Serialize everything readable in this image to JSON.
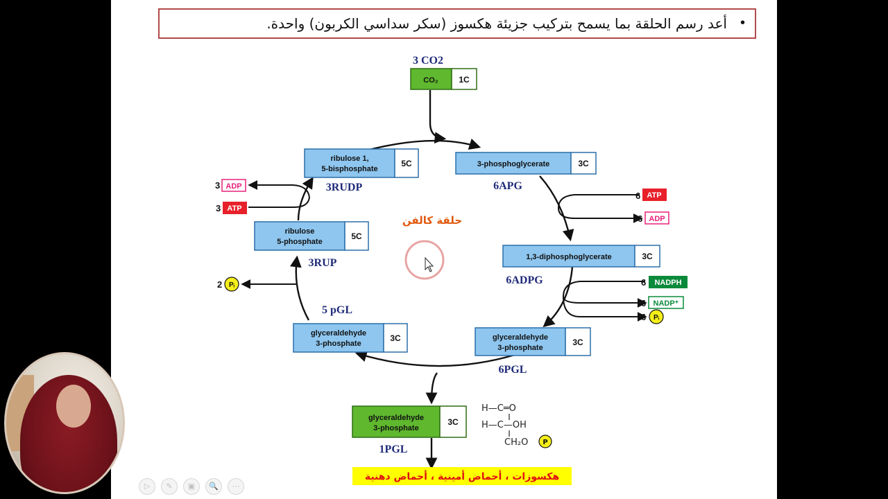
{
  "header": {
    "bullet": "•",
    "text": "أعد رسم الحلقة بما يسمح بتركيب جزيئة هكسوز (سكر سداسي الكربون) واحدة."
  },
  "diagram": {
    "center_label": "حلقة كالفن",
    "input_label": "3 CO2",
    "output_label": "1PGL",
    "boxes": {
      "co2": {
        "name": "CO₂",
        "count": "1C"
      },
      "rubp": {
        "name1": "ribulose 1,",
        "name2": "5-bisphosphate",
        "count": "5C",
        "label": "3RUDP"
      },
      "pga": {
        "name1": "3-phosphoglycerate",
        "name2": "",
        "count": "3C",
        "label": "6APG"
      },
      "dpga": {
        "name1": "1,3-diphosphoglycerate",
        "name2": "",
        "count": "3C",
        "label": "6ADPG"
      },
      "g3p_right": {
        "name1": "glyceraldehyde",
        "name2": "3-phosphate",
        "count": "3C",
        "label": "6PGL"
      },
      "g3p_left": {
        "name1": "glyceraldehyde",
        "name2": "3-phosphate",
        "count": "3C",
        "label": "5 pGL"
      },
      "rup": {
        "name1": "ribulose",
        "name2": "5-phosphate",
        "count": "5C",
        "label": "3RUP"
      },
      "g3p_out": {
        "name1": "glyceraldehyde",
        "name2": "3-phosphate",
        "count": "3C"
      }
    },
    "cofactors": {
      "adp_left": {
        "num": "3",
        "text": "ADP"
      },
      "atp_left": {
        "num": "3",
        "text": "ATP"
      },
      "atp_right": {
        "num": "6",
        "text": "ATP"
      },
      "adp_right": {
        "num": "6",
        "text": "ADP"
      },
      "nadph": {
        "num": "6",
        "text": "NADPH"
      },
      "nadp": {
        "num": "6",
        "text": "NADP⁺"
      },
      "pi_right": {
        "num": "6",
        "text": "Pᵢ"
      },
      "pi_left": {
        "num": "2",
        "text": "Pᵢ"
      }
    },
    "structure": {
      "line1": "H—C═O",
      "line2": "H—C—OH",
      "line3": "CH₂O",
      "p": "P"
    },
    "products": "هكسوزات ، أحماض أمينية ، أحماض دهنية"
  },
  "controls": [
    "▷",
    "✎",
    "▣",
    "🔍",
    "⋯"
  ],
  "colors": {
    "box_blue": "#8ec6ef",
    "box_green": "#5fb82e",
    "atp_red": "#e8202a",
    "adp_pink": "#e8207a",
    "nadph_green": "#0a8a3a",
    "label_navy": "#1e2a78",
    "center_orange": "#e05a10",
    "products_bg": "#ffff00",
    "products_text": "#e01010"
  }
}
